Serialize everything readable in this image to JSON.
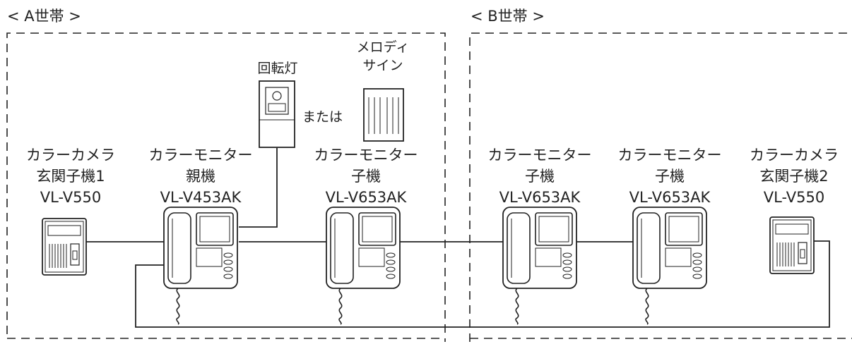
{
  "households": {
    "a": {
      "title": "< A世帯 >"
    },
    "b": {
      "title": "< B世帯 >"
    }
  },
  "devices": {
    "camera1": {
      "line1": "カラーカメラ",
      "line2": "玄関子機1",
      "model": "VL-V550"
    },
    "master": {
      "line1": "カラーモニター",
      "line2": "親機",
      "model": "VL-V453AK"
    },
    "sub_a": {
      "line1": "カラーモニター",
      "line2": "子機",
      "model": "VL-V653AK"
    },
    "sub_b1": {
      "line1": "カラーモニター",
      "line2": "子機",
      "model": "VL-V653AK"
    },
    "sub_b2": {
      "line1": "カラーモニター",
      "line2": "子機",
      "model": "VL-V653AK"
    },
    "camera2": {
      "line1": "カラーカメラ",
      "line2": "玄関子機2",
      "model": "VL-V550"
    }
  },
  "beacon": {
    "label": "回転灯"
  },
  "melody": {
    "line1": "メロディ",
    "line2": "サイン"
  },
  "or_text": "または"
}
